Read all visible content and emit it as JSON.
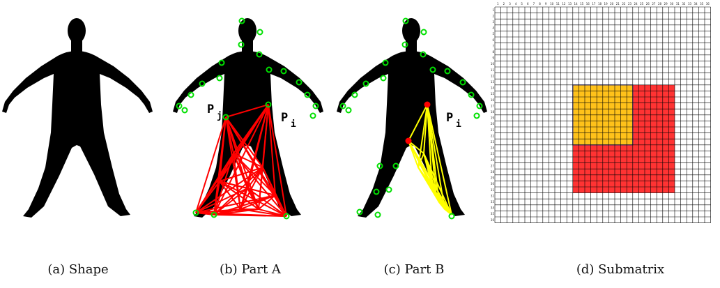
{
  "figure": {
    "captions": {
      "a": "(a) Shape",
      "b": "(b) Part A",
      "c": "(c) Part B",
      "d": "(d) Submatrix"
    },
    "labels": {
      "pj_main": "P",
      "pj_sub": "j",
      "pi_main": "P",
      "pi_sub": "i"
    },
    "colors": {
      "silhouette": "#000000",
      "partA": "#ff0000",
      "partB": "#ffff00",
      "keypoint": "#00e000",
      "grid": "#000000",
      "submatrix_outer": "#ff3333",
      "submatrix_inner": "#ffc21a",
      "submatrix_border": "#3333aa"
    },
    "grid": {
      "rows": 36,
      "cols": 36,
      "outer_block": {
        "row_start": 14,
        "row_end": 31,
        "col_start": 14,
        "col_end": 30
      },
      "inner_block": {
        "row_start": 14,
        "row_end": 23,
        "col_start": 14,
        "col_end": 23
      }
    }
  }
}
